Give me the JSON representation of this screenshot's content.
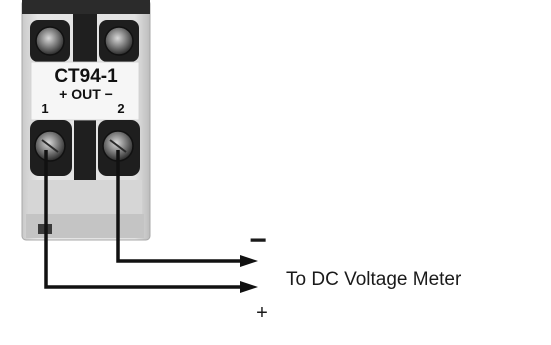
{
  "module": {
    "model": "CT94-1",
    "out_label": "+ OUT −",
    "terminal_1": "1",
    "terminal_2": "2"
  },
  "wiring": {
    "minus_label": "−",
    "plus_label": "+",
    "destination_text": "To DC Voltage Meter"
  },
  "colors": {
    "module_body": "#e3e3e3",
    "label_plate": "#f6f6f6",
    "dark_parts": "#1c1c1c",
    "wire": "#111111"
  }
}
